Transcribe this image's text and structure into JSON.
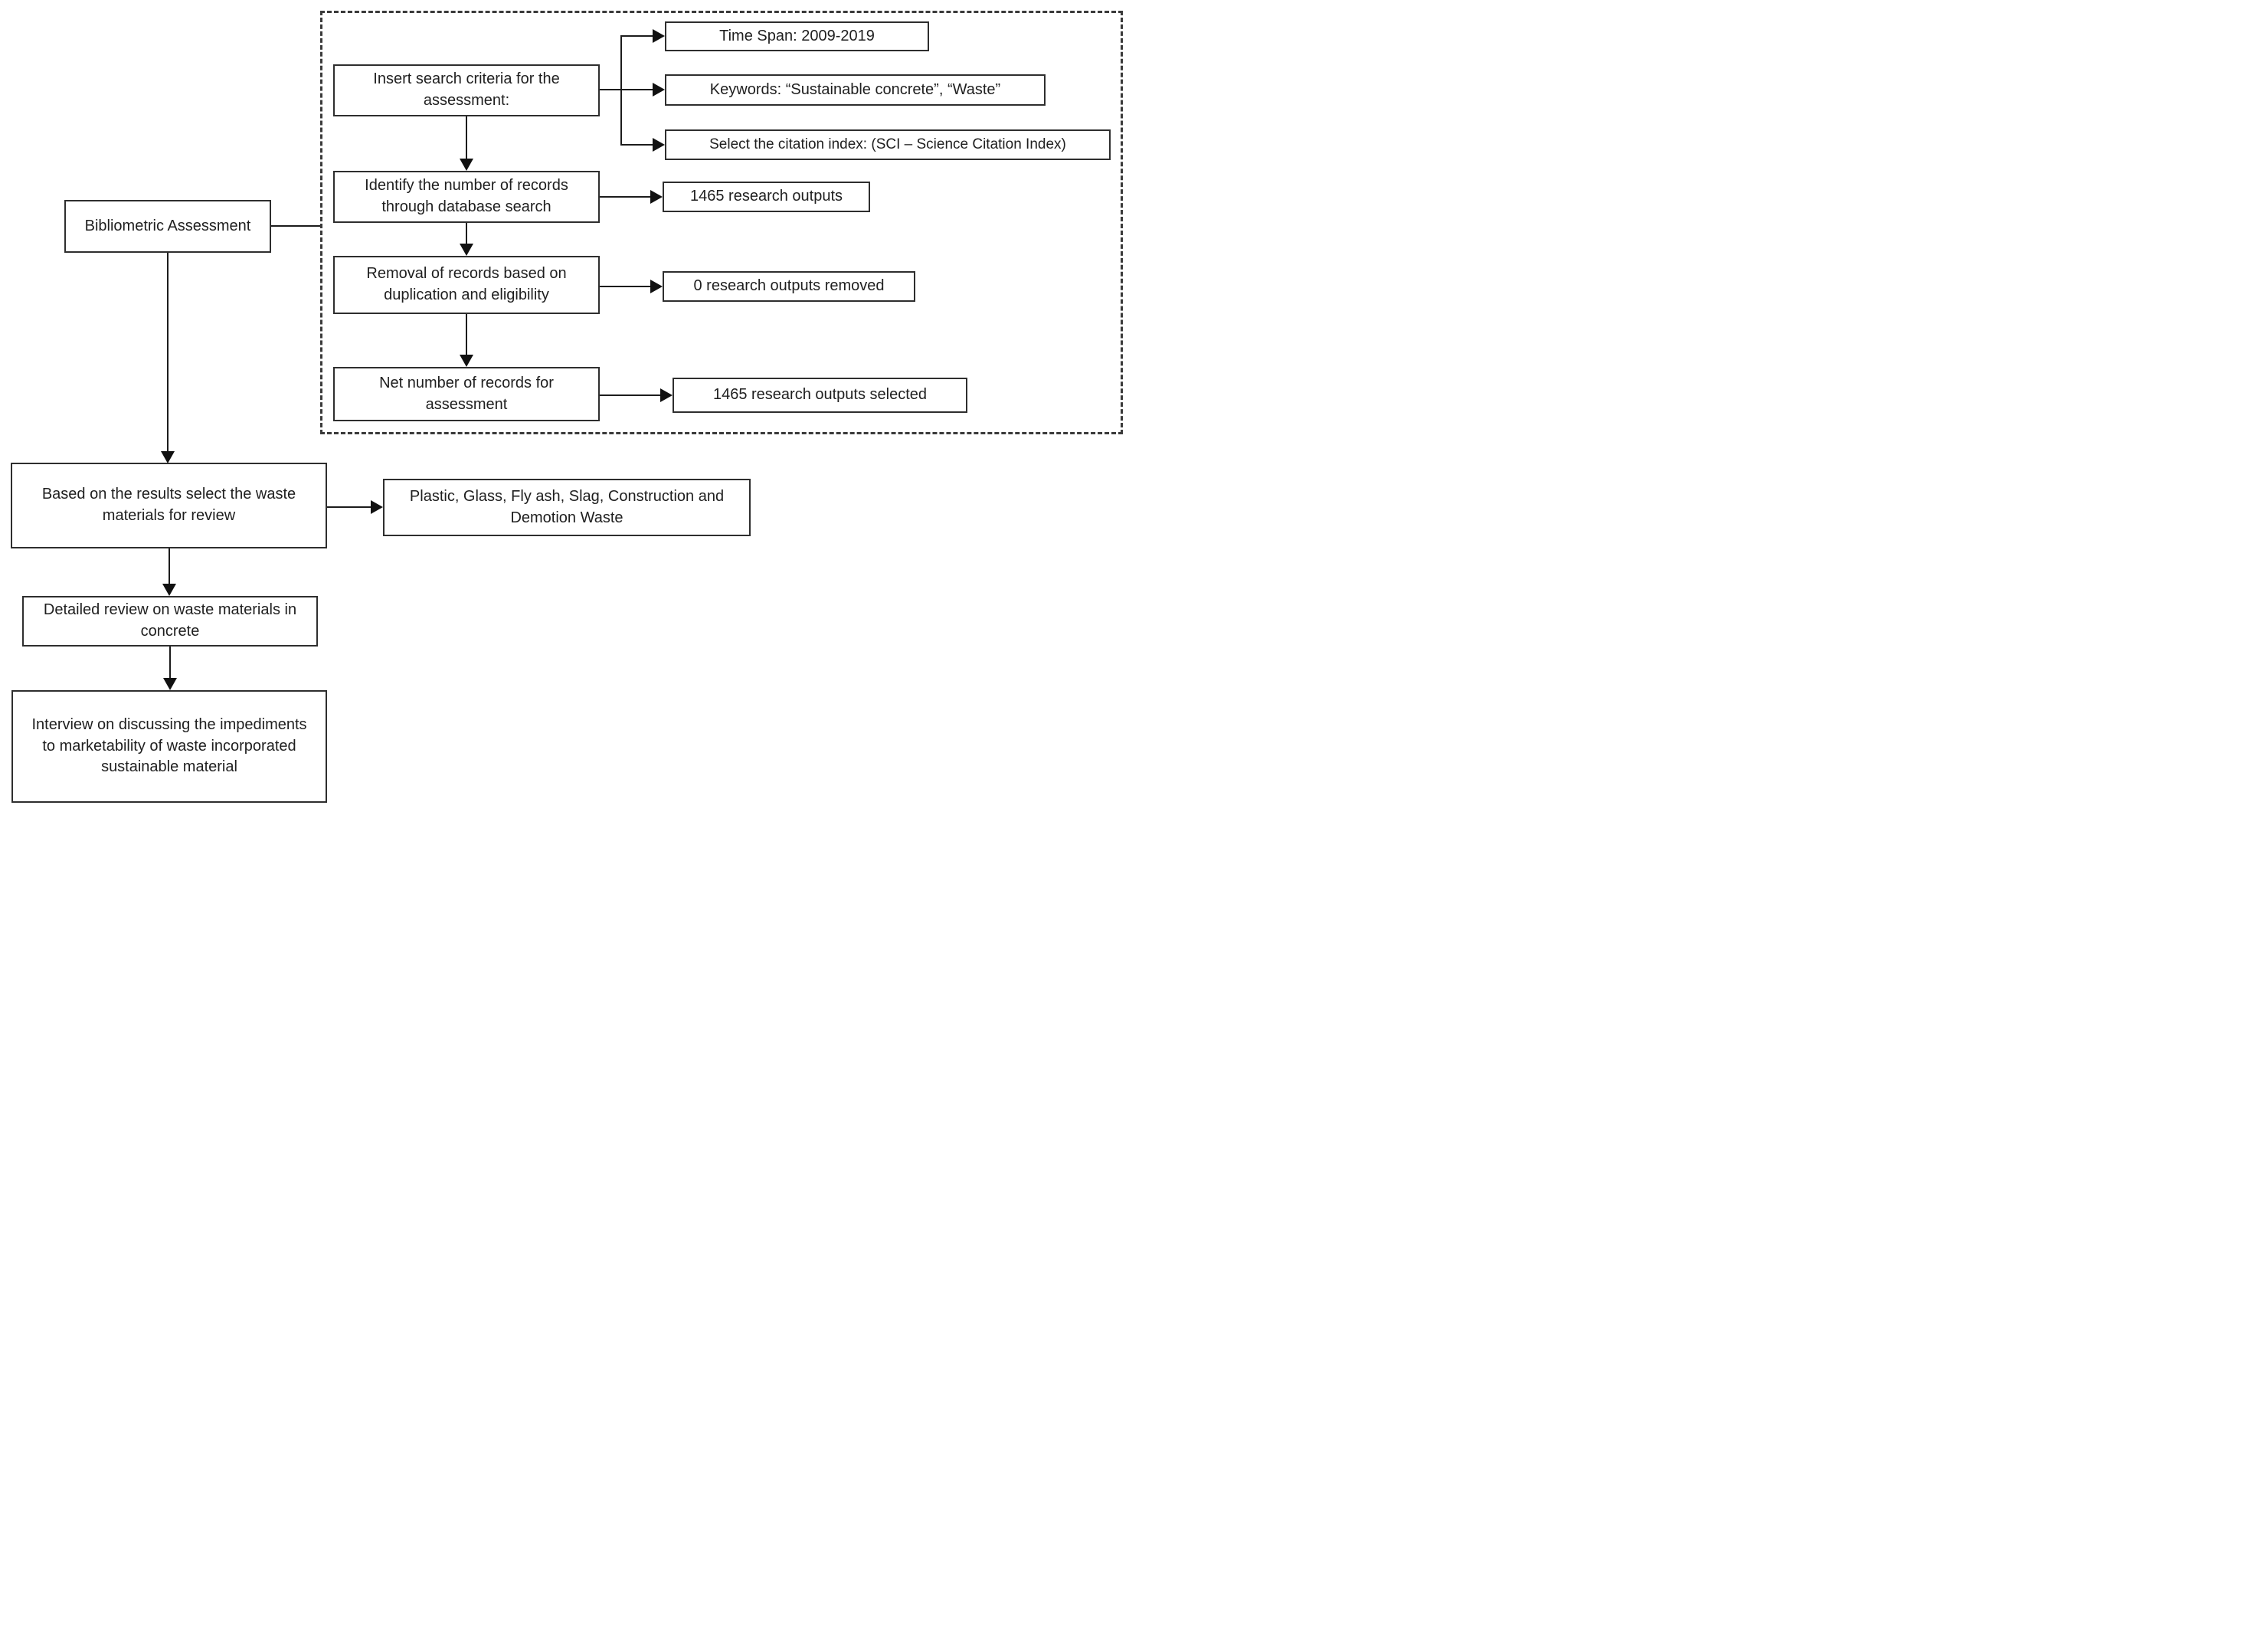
{
  "diagram": {
    "background_color": "#ffffff",
    "box_border_color": "#2e2e2e",
    "line_color": "#1c1c1c",
    "text_color": "#1f1f1f",
    "nodes": {
      "bibliometric": {
        "label": "Bibliometric Assessment"
      },
      "insert_criteria": {
        "label": "Insert search criteria for the assessment:"
      },
      "time_span": {
        "label": "Time Span: 2009-2019"
      },
      "keywords": {
        "label": "Keywords: “Sustainable concrete”, “Waste”"
      },
      "citation_index": {
        "label": "Select the citation index: (SCI – Science Citation Index)"
      },
      "identify_records": {
        "label": "Identify the number of records through database search"
      },
      "outputs_found": {
        "label": "1465 research outputs"
      },
      "removal_records": {
        "label": "Removal of records based on duplication and eligibility"
      },
      "outputs_removed": {
        "label": "0 research outputs removed"
      },
      "net_records": {
        "label": "Net number of records for assessment"
      },
      "outputs_selected": {
        "label": "1465 research outputs selected"
      },
      "select_waste": {
        "label": "Based on the results select the waste materials for review"
      },
      "waste_materials": {
        "label": "Plastic, Glass, Fly ash, Slag, Construction and Demotion Waste"
      },
      "detailed_review": {
        "label": "Detailed review on waste materials in concrete"
      },
      "interview": {
        "label": "Interview on discussing the impediments to marketability of waste incorporated sustainable material"
      }
    }
  }
}
